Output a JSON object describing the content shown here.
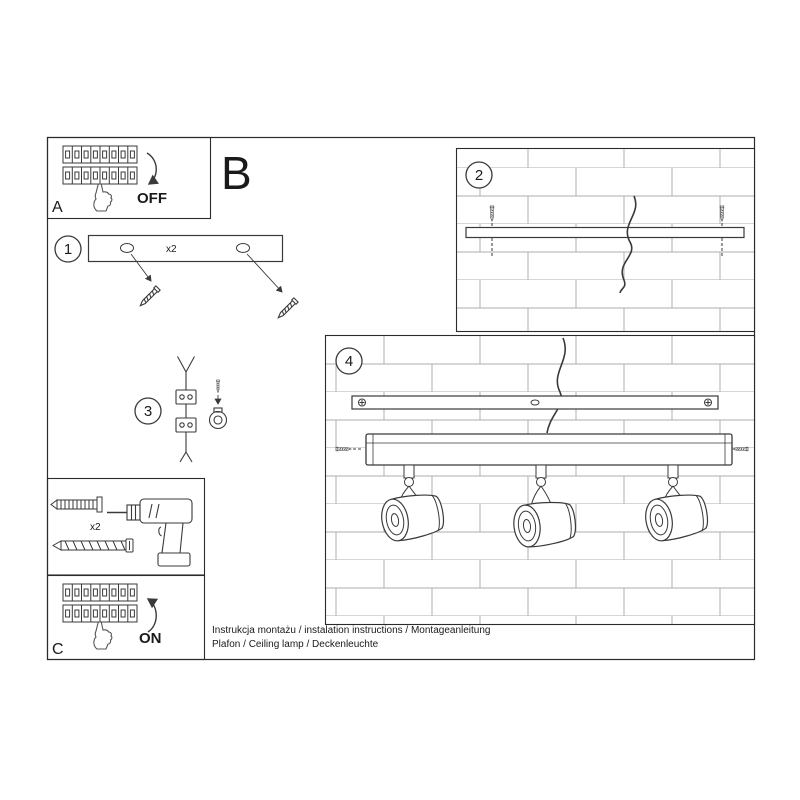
{
  "panels": {
    "a_label": "A",
    "b_label": "B",
    "c_label": "C",
    "off_label": "OFF",
    "on_label": "ON"
  },
  "steps": {
    "one": "1",
    "two": "2",
    "three": "3",
    "four": "4"
  },
  "quantities": {
    "screws_x2": "x2",
    "plugs_x2": "x2"
  },
  "footer": {
    "line1": "Instrukcja montażu / instalation instructions / Montageanleitung",
    "line2": "Plafon / Ceiling lamp / Deckenleuchte"
  },
  "colors": {
    "line": "#3a3a3a",
    "brick": "#bdbdbd"
  }
}
